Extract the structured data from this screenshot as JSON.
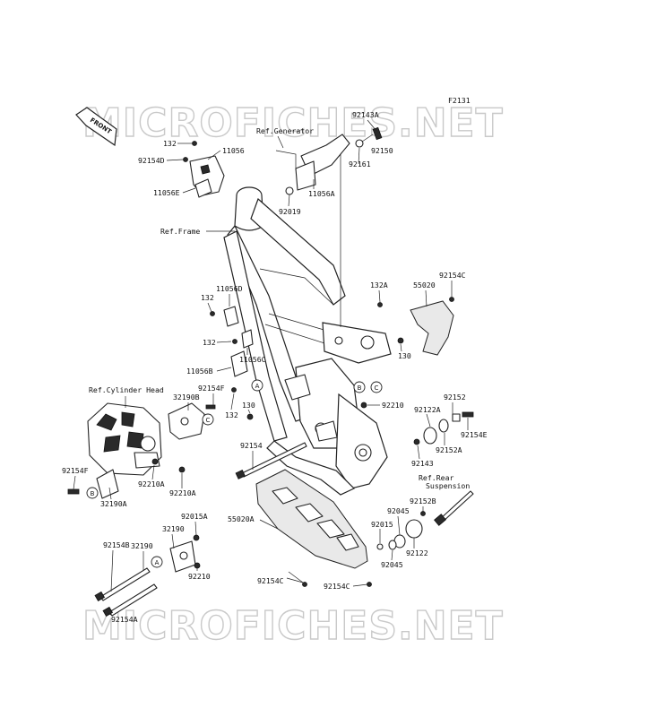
{
  "figure_code": "F2131",
  "watermark": "MICROFICHES.NET",
  "front_marker": "FRONT",
  "circle_markers": {
    "A": "A",
    "B": "B",
    "C": "C"
  },
  "ref_labels": {
    "generator": "Ref.Generator",
    "frame": "Ref.Frame",
    "cylinder_head": "Ref.Cylinder Head",
    "rear_suspension_1": "Ref.Rear",
    "rear_suspension_2": "Suspension"
  },
  "part_labels": {
    "p132_top": "132",
    "p11056": "11056",
    "p92154d": "92154D",
    "p11056e": "11056E",
    "p92143a": "92143A",
    "p92150": "92150",
    "p92161": "92161",
    "p11056a": "11056A",
    "p92019": "92019",
    "p132a": "132A",
    "p55020": "55020",
    "p92154c_top": "92154C",
    "p130_right": "130",
    "p11056d": "11056D",
    "p132_mid": "132",
    "p132_low": "132",
    "p11056c": "11056C",
    "p11056b": "11056B",
    "p92154f_mid": "92154F",
    "p32190b": "32190B",
    "p132_bot": "132",
    "p130_bot": "130",
    "p92210_right": "92210",
    "p92152": "92152",
    "p92122a": "92122A",
    "p92154e": "92154E",
    "p92152a": "92152A",
    "p92143": "92143",
    "p92154": "92154",
    "p92154f_left": "92154F",
    "p92210a_1": "92210A",
    "p92210a_2": "92210A",
    "p32190a": "32190A",
    "p92152b": "92152B",
    "p55020a": "55020A",
    "p92045_1": "92045",
    "p92015": "92015",
    "p92045_2": "92045",
    "p92122": "92122",
    "p92154c_mid": "92154C",
    "p92154c_bot": "92154C",
    "p92015a": "92015A",
    "p32190": "32190",
    "p92154b": "92154B",
    "p92210_bot": "92210",
    "p92154a": "92154A"
  }
}
